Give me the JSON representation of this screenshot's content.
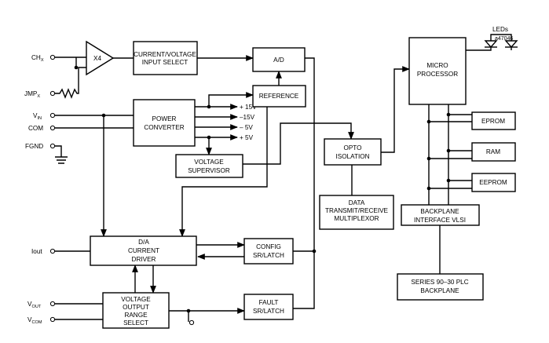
{
  "figure_id": "a47046",
  "blocks": {
    "amp": "X4",
    "cv_select": [
      "CURRENT/VOLTAGE",
      "INPUT SELECT"
    ],
    "adc": "A/D",
    "reference": "REFERENCE",
    "power": [
      "POWER",
      "CONVERTER"
    ],
    "supervisor": [
      "VOLTAGE",
      "SUPERVISOR"
    ],
    "opto": [
      "OPTO",
      "ISOLATION"
    ],
    "data_mux": [
      "DATA",
      "TRANSMIT/RECEIVE",
      "MULTIPLEXOR"
    ],
    "micro": [
      "MICRO",
      "PROCESSOR"
    ],
    "eprom": "EPROM",
    "ram": "RAM",
    "eeprom": "EEPROM",
    "backplane_vlsi": [
      "BACKPLANE",
      "INTERFACE VLSI"
    ],
    "plc_backplane": [
      "SERIES 90–30 PLC",
      "BACKPLANE"
    ],
    "da": [
      "D/A",
      "CURRENT",
      "DRIVER"
    ],
    "config": [
      "CONFIG",
      "SR/LATCH"
    ],
    "range": [
      "VOLTAGE",
      "OUTPUT",
      "RANGE",
      "SELECT"
    ],
    "fault": [
      "FAULT",
      "SR/LATCH"
    ]
  },
  "leds_label": "LEDs",
  "rails": [
    "+ 15V",
    "–15V",
    "– 5V",
    "+ 5V"
  ],
  "pins": {
    "chx": {
      "main": "CH",
      "sub": "X"
    },
    "jmpx": {
      "main": "JMP",
      "sub": "X"
    },
    "vin": {
      "main": "V",
      "sub": "IN"
    },
    "com": {
      "main": "COM",
      "sub": ""
    },
    "fgnd": {
      "main": "FGND",
      "sub": ""
    },
    "iout": {
      "main": "Iout",
      "sub": ""
    },
    "vout": {
      "main": "V",
      "sub": "OUT"
    },
    "vcom": {
      "main": "V",
      "sub": "COM"
    }
  }
}
